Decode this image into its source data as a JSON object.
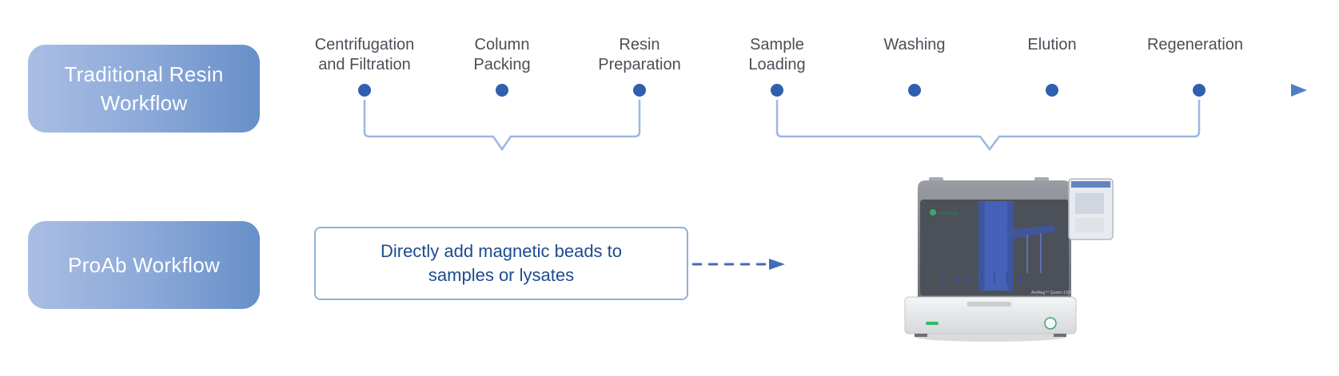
{
  "traditional": {
    "title": "Traditional Resin\nWorkflow",
    "steps": [
      {
        "label": "Centrifugation\nand Filtration"
      },
      {
        "label": "Column\nPacking"
      },
      {
        "label": "Resin\nPreparation"
      },
      {
        "label": "Sample\nLoading"
      },
      {
        "label": "Washing"
      },
      {
        "label": "Elution"
      },
      {
        "label": "Regeneration"
      }
    ]
  },
  "proab": {
    "title": "ProAb Workflow",
    "step_text": "Directly add magnetic beads to\nsamples or lysates"
  },
  "device": {
    "screen_brand": "AmMag",
    "front_label": "AmMag™ Quatro 1000"
  },
  "colors": {
    "timeline": "#8fb0dc",
    "node": "#2f5fae",
    "bracket": "#8fb0dc",
    "box_gradient_start": "#a9bee3",
    "box_gradient_end": "#6690c8",
    "proab_text": "#1c4c8f"
  }
}
